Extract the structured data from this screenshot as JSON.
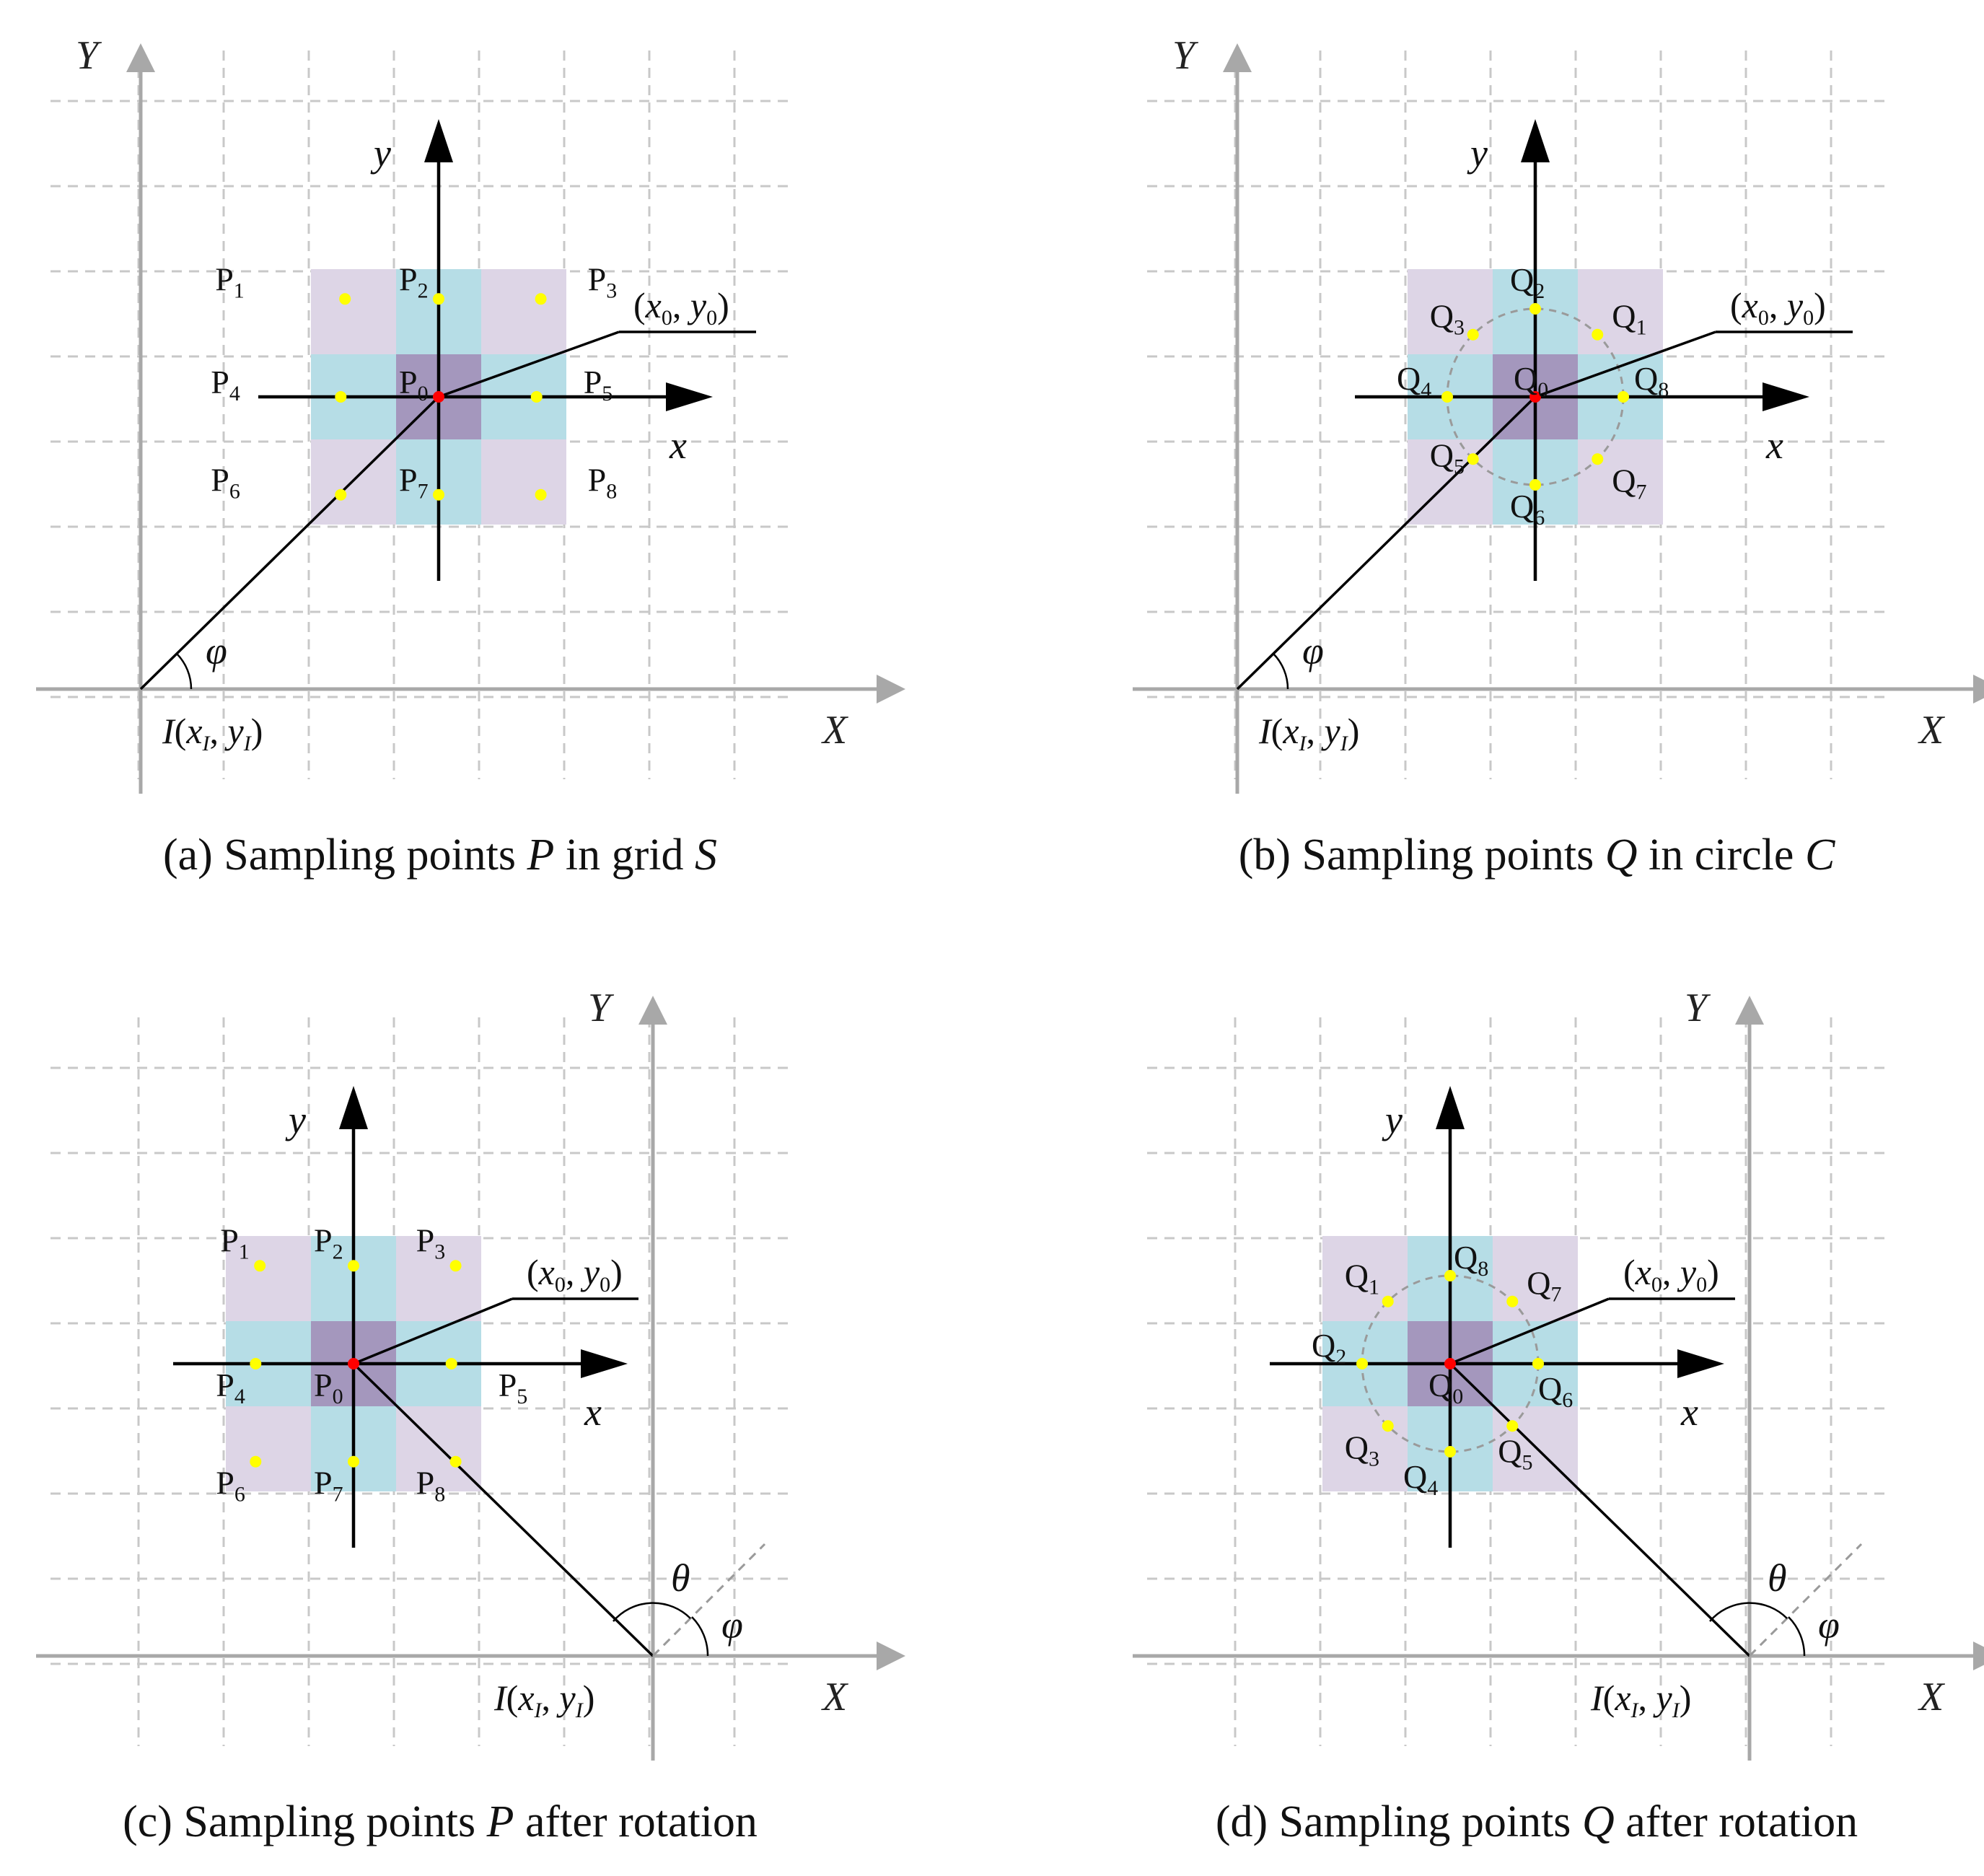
{
  "colors": {
    "grid": "#c8c8c8",
    "global_axis": "#a8a8a8",
    "cell_purple_light": "#ddd5e6",
    "cell_blue": "#b6dde6",
    "cell_center": "#a497bd",
    "sample_point": "#ffff00",
    "origin_point": "#ff0000",
    "circle": "#9a9a9a"
  },
  "symbols": {
    "global_x": "X",
    "global_y": "Y",
    "local_x": "x",
    "local_y": "y",
    "phi": "φ",
    "theta": "θ",
    "origin_label": "I(x",
    "origin_sub": "I",
    "center_label": "(x",
    "center_sub": "0"
  },
  "panels": [
    {
      "id": "a",
      "caption": "(a) Sampling points P in grid S",
      "caption_parts": [
        "(a) Sampling points ",
        "P",
        " in grid ",
        "S"
      ],
      "points": [
        "P1",
        "P2",
        "P3",
        "P4",
        "P0",
        "P5",
        "P6",
        "P7",
        "P8"
      ]
    },
    {
      "id": "b",
      "caption": "(b) Sampling points Q in circle C",
      "caption_parts": [
        "(b) Sampling points ",
        "Q",
        " in circle ",
        "C"
      ],
      "points": [
        "Q1",
        "Q2",
        "Q3",
        "Q4",
        "Q0",
        "Q8",
        "Q5",
        "Q6",
        "Q7"
      ]
    },
    {
      "id": "c",
      "caption": "(c) Sampling points P after rotation",
      "caption_parts": [
        "(c) Sampling points ",
        "P",
        " after rotation",
        ""
      ],
      "points": [
        "P1",
        "P2",
        "P3",
        "P4",
        "P0",
        "P5",
        "P6",
        "P7",
        "P8"
      ]
    },
    {
      "id": "d",
      "caption": "(d) Sampling points Q after rotation",
      "caption_parts": [
        "(d) Sampling points ",
        "Q",
        " after rotation",
        ""
      ],
      "points": [
        "Q1",
        "Q2",
        "Q3",
        "Q4",
        "Q0",
        "Q5",
        "Q6",
        "Q7",
        "Q8"
      ]
    }
  ]
}
